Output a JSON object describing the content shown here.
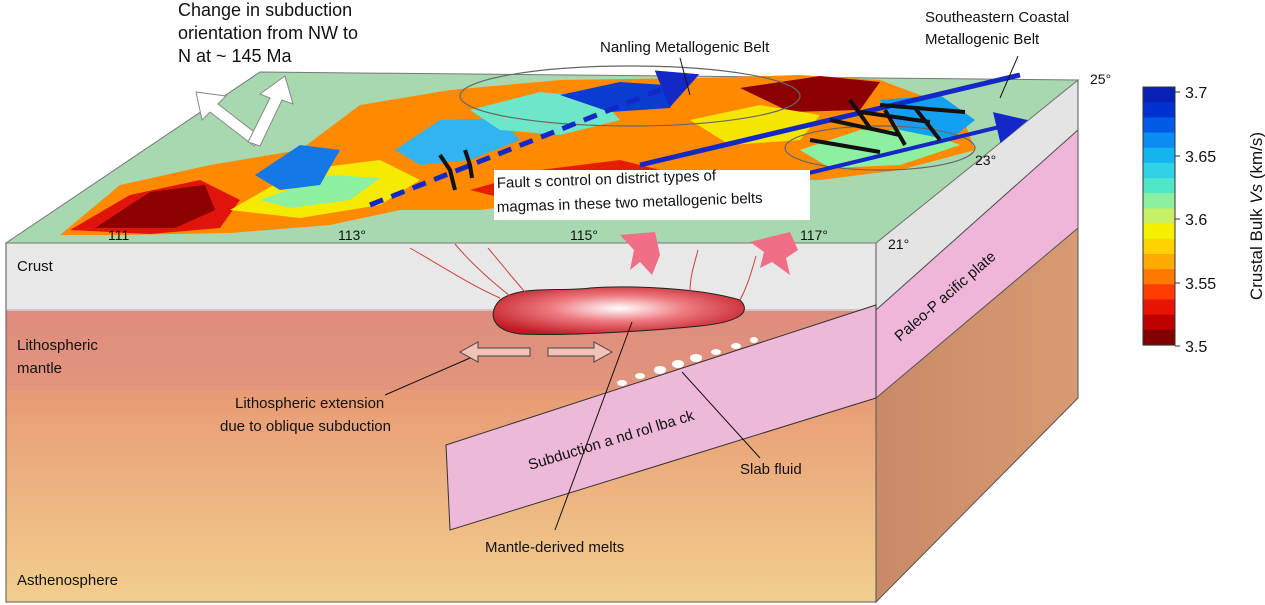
{
  "annotations": {
    "subduction_change": [
      "Change in subduction",
      "orientation from NW to",
      "N at ~ 145 Ma"
    ],
    "nanling": "Nanling Metallogenic Belt",
    "coastal": [
      "Southeastern Coastal",
      "Metallogenic Belt"
    ],
    "faults": [
      "Fault s control on district types of",
      "magmas in these two metallogenic belts"
    ],
    "extension": [
      "Lithospheric extension",
      "due to oblique subduction"
    ],
    "slab_fluid": "Slab fluid",
    "mantle_melts": "Mantle-derived melts",
    "subduction_rollback": "Subduction a  nd rol lba ck",
    "plate": "Paleo-P acific plate"
  },
  "layers": {
    "crust": "Crust",
    "lithospheric_mantle": [
      "Lithospheric",
      "mantle"
    ],
    "asthenosphere": "Asthenosphere"
  },
  "longitudes": [
    "111",
    "113°",
    "115°",
    "117°"
  ],
  "latitudes": [
    "25°",
    "23°",
    "21°"
  ],
  "colorbar": {
    "title_prefix": "Crustal Bulk ",
    "title_var": "Vs",
    "title_suffix": " (km/s)",
    "ticks": [
      "3.7",
      "3.65",
      "3.6",
      "3.55",
      "3.5"
    ],
    "colors": [
      "#0a1fb4",
      "#0032d2",
      "#005ae6",
      "#0a8cf0",
      "#14b4f0",
      "#32d2e6",
      "#50e6c8",
      "#8cf0a0",
      "#c8f064",
      "#f5f000",
      "#ffd200",
      "#ffaa00",
      "#ff7800",
      "#ff3c00",
      "#e61400",
      "#be0000",
      "#820000"
    ]
  },
  "colors": {
    "map_bg": "#a8d8b0",
    "crust": "#e8e8e8",
    "lith_mantle": "#e09080",
    "asthenosphere": "#e8a070",
    "slab": "#eeb8d8",
    "melt_arrow": "#f06e86",
    "belt_line": "#1428c8"
  }
}
